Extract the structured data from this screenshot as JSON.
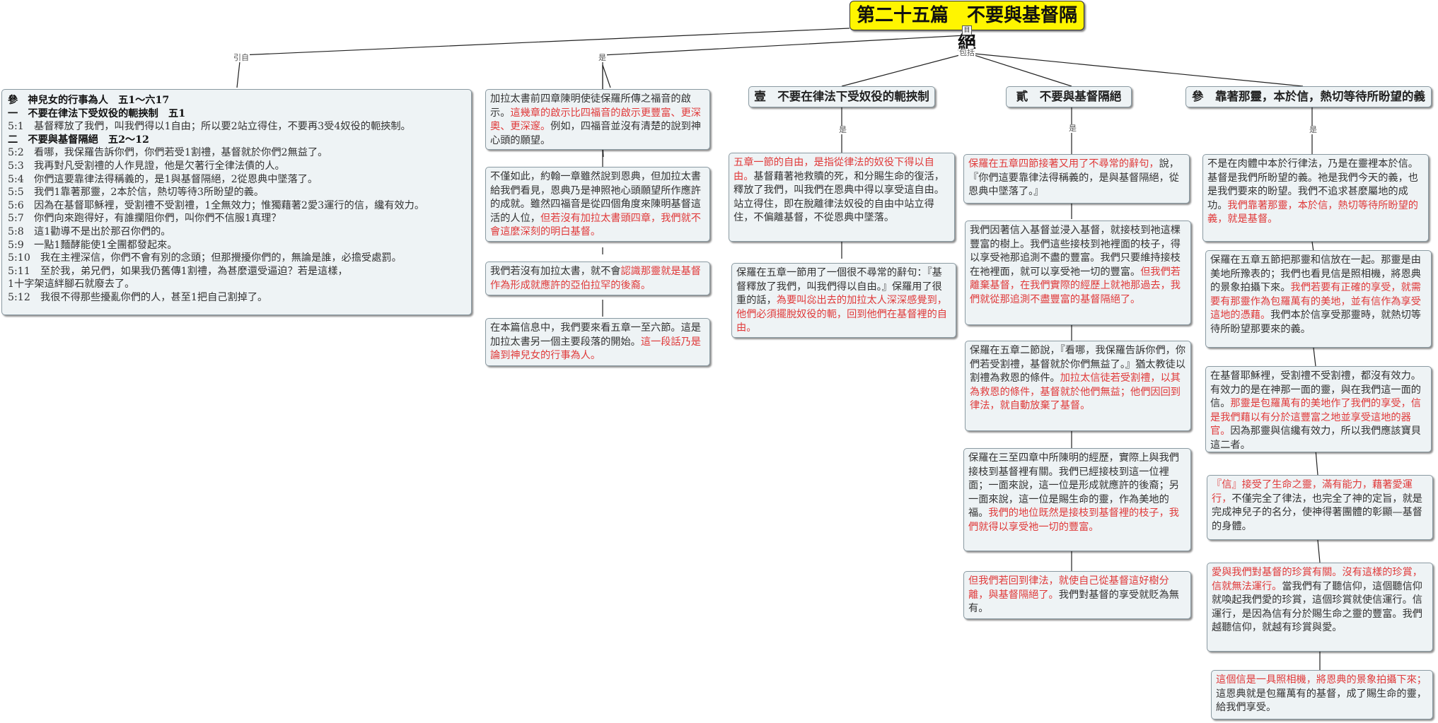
{
  "root": {
    "title": "第二十五篇　不要與基督隔絕",
    "mark": "目"
  },
  "labels": {
    "yinmu": "引自",
    "shi": "是",
    "baokuo": "包括"
  },
  "outline": {
    "lines": [
      {
        "t": "參　神兒女的行事為人　五1～六17",
        "bold": true
      },
      {
        "t": "一　不要在律法下受奴役的軛挾制　五1",
        "bold": true
      },
      {
        "t": "5:1　基督釋放了我們，叫我們得以1自由；所以要2站立得住，不要再3受4奴役的軛挾制。",
        "bold": false
      },
      {
        "t": "二　不要與基督隔絕　五2～12",
        "bold": true
      },
      {
        "t": "5:2　看哪，我保羅告訴你們，你們若受1割禮，基督就於你們2無益了。",
        "bold": false
      },
      {
        "t": "5:3　我再對凡受割禮的人作見證，他是欠著行全律法債的人。",
        "bold": false
      },
      {
        "t": "5:4　你們這要靠律法得稱義的，是1與基督隔絕，2從恩典中墜落了。",
        "bold": false
      },
      {
        "t": "5:5　我們1靠著那靈，2本於信，熱切等待3所盼望的義。",
        "bold": false
      },
      {
        "t": "5:6　因為在基督耶穌裡，受割禮不受割禮，1全無效力；惟獨藉著2愛3運行的信，纔有效力。",
        "bold": false
      },
      {
        "t": "5:7　你們向來跑得好，有誰攔阻你們，叫你們不信服1真理？",
        "bold": false
      },
      {
        "t": "5:8　這1勸導不是出於那召你們的。",
        "bold": false
      },
      {
        "t": "5:9　一點1麵酵能使1全團都發起來。",
        "bold": false
      },
      {
        "t": "5:10　我在主裡深信，你們不會有別的念頭；但那攪擾你們的，無論是誰，必擔受處罰。",
        "bold": false
      },
      {
        "t": "5:11　至於我，弟兄們，如果我仍舊傳1割禮，為甚麼還受逼迫？若是這樣，",
        "bold": false
      },
      {
        "t": "1十字架這絆腳石就廢去了。",
        "bold": false
      },
      {
        "t": "5:12　我很不得那些擾亂你們的人，甚至1把自己割掉了。",
        "bold": false
      }
    ]
  },
  "col2": [
    {
      "n": "加拉太書前四章陳明使徒保羅所傳之福音的啟示。",
      "r": "這幾章的啟示比四福音的啟示更豐富、更深奧、更深邃。",
      "n2": "例如，四福音並沒有清楚的說到神心頭的願望。"
    },
    {
      "n": "不僅如此，約翰一章雖然說到恩典，但加拉太書給我們看見，恩典乃是神照祂心頭願望所作應許的成就。雖然四福音是從四個角度來陳明基督這活的人位，",
      "r": "但若沒有加拉太書頭四章，我們就不會這麼深刻的明白基督。",
      "n2": ""
    },
    {
      "n": "我們若沒有加拉太書，就不會",
      "r": "認識那靈就是基督作為形成就應許的亞伯拉罕的後裔。",
      "n2": ""
    },
    {
      "n": "在本篇信息中，我們要來看五章一至六節。這是加拉太書另一個主要段落的開始。",
      "r": "這一段話乃是論到神兒女的行事為人。",
      "n2": ""
    }
  ],
  "col3": {
    "header": "壹　不要在律法下受奴役的軛挾制",
    "boxes": [
      {
        "n": "",
        "r": "五章一節的自由，是指從律法的奴役下得以自由。",
        "n2": "基督藉著祂救贖的死，和分賜生命的復活，釋放了我們，叫我們在恩典中得以享受這自由。站立得住，即在脫離律法奴役的自由中站立得住，不偏離基督，不從恩典中墜落。"
      },
      {
        "n": "保羅在五章一節用了一個很不尋常的辭句：『基督釋放了我們，叫我們得以自由。』保羅用了很重的話，",
        "r": "為要叫惢出去的加拉太人深深感覺到，他們必須擺脫奴役的軛，回到他們在基督裡的自由。",
        "n2": ""
      }
    ]
  },
  "col4": {
    "header": "貳　不要與基督隔絕",
    "boxes": [
      {
        "n": "",
        "r": "保羅在五章四節接著又用了不尋常的辭句，",
        "n2": "說，『你們這要靠律法得稱義的，是與基督隔絕，從恩典中墜落了。』"
      },
      {
        "n": "我們因著信入基督並浸入基督，就接枝到祂這棵豐富的樹上。我們這些接枝到祂裡面的枝子，得以享受祂那追測不盡的豐富。我們只要維持接枝在祂裡面，就可以享受祂一切的豐富。",
        "r": "但我們若離棄基督，在我們實際的經歷上就祂那過去，我們就從那追測不盡豐富的基督隔絕了。",
        "n2": ""
      },
      {
        "n": "保羅在五章二節說，『看哪，我保羅告訴你們，你們若受割禮，基督就於你們無益了。』猶太教徒以割禮為救恩的條件。",
        "r": "加拉太信徒若受割禮，以其為救恩的條件，基督就於他們無益；他們因回到律法，就自動放棄了基督。",
        "n2": ""
      },
      {
        "n": "保羅在三至四章中所陳明的經歷，實際上與我們接枝到基督裡有關。我們已經接枝到這一位裡面；一面來說，這一位是形成就應許的後裔；另一面來說，這一位是賜生命的靈，作為美地的福。",
        "r": "我們的地位既然是接枝到基督裡的枝子，我們就得以享受祂一切的豐富。",
        "n2": ""
      },
      {
        "n": "",
        "r": "但我們若回到律法，就使自己從基督這好樹分離，與基督隔絕了。",
        "n2": "我們對基督的享受就貶為無有。"
      }
    ]
  },
  "col5": {
    "header": "參　靠著那靈，本於信，熱切等待所盼望的義",
    "boxes": [
      {
        "n": "不是在肉體中本於行律法，乃是在靈裡本於信。基督是我們所盼望的義。祂是我們今天的義，也是我們要來的盼望。我們不追求甚麼屬地的成功。",
        "r": "我們靠著那靈，本於信，熱切等待所盼望的義，就是基督。",
        "n2": ""
      },
      {
        "n": "保羅在五章五節把那靈和信放在一起。那靈是由美地所豫表的；我們也看見信是照相機，將恩典的景象拍攝下來。",
        "r": "我們若要有正確的享受，就需要有那靈作為包羅萬有的美地，並有信作為享受這地的憑藉。",
        "n2": "我們本於信享受那靈時，就熱切等待所盼望那要來的義。"
      },
      {
        "n": "在基督耶穌裡，受割禮不受割禮，都沒有效力。有效力的是在神那一面的靈，與在我們這一面的信。",
        "r": "那靈是包羅萬有的美地作了我們的享受，信是我們藉以有分於這豐富之地並享受這地的器官。",
        "n2": "因為那靈與信纔有效力，所以我們應該寶貝這二者。"
      },
      {
        "n": "",
        "r": "『信』接受了生命之靈，滿有能力，藉著愛運行，",
        "n2": "不僅完全了律法，也完全了神的定旨，就是完成神兒子的名分，使神得著團體的彰顯—基督的身體。"
      },
      {
        "n": "",
        "r": "愛與我們對基督的珍賞有關。沒有這樣的珍賞，信就無法運行。",
        "n2": "當我們有了聽信仰，這個聽信仰就喚起我們愛的珍賞，這個珍賞就使信運行。信運行，是因為信有分於賜生命之靈的豐富。我們越聽信仰，就越有珍賞與愛。"
      },
      {
        "n": "",
        "r": "這個信是一具照相機，將恩典的景象拍攝下來；",
        "n2": "這恩典就是包羅萬有的基督，成了賜生命的靈，給我們享受。"
      }
    ]
  }
}
